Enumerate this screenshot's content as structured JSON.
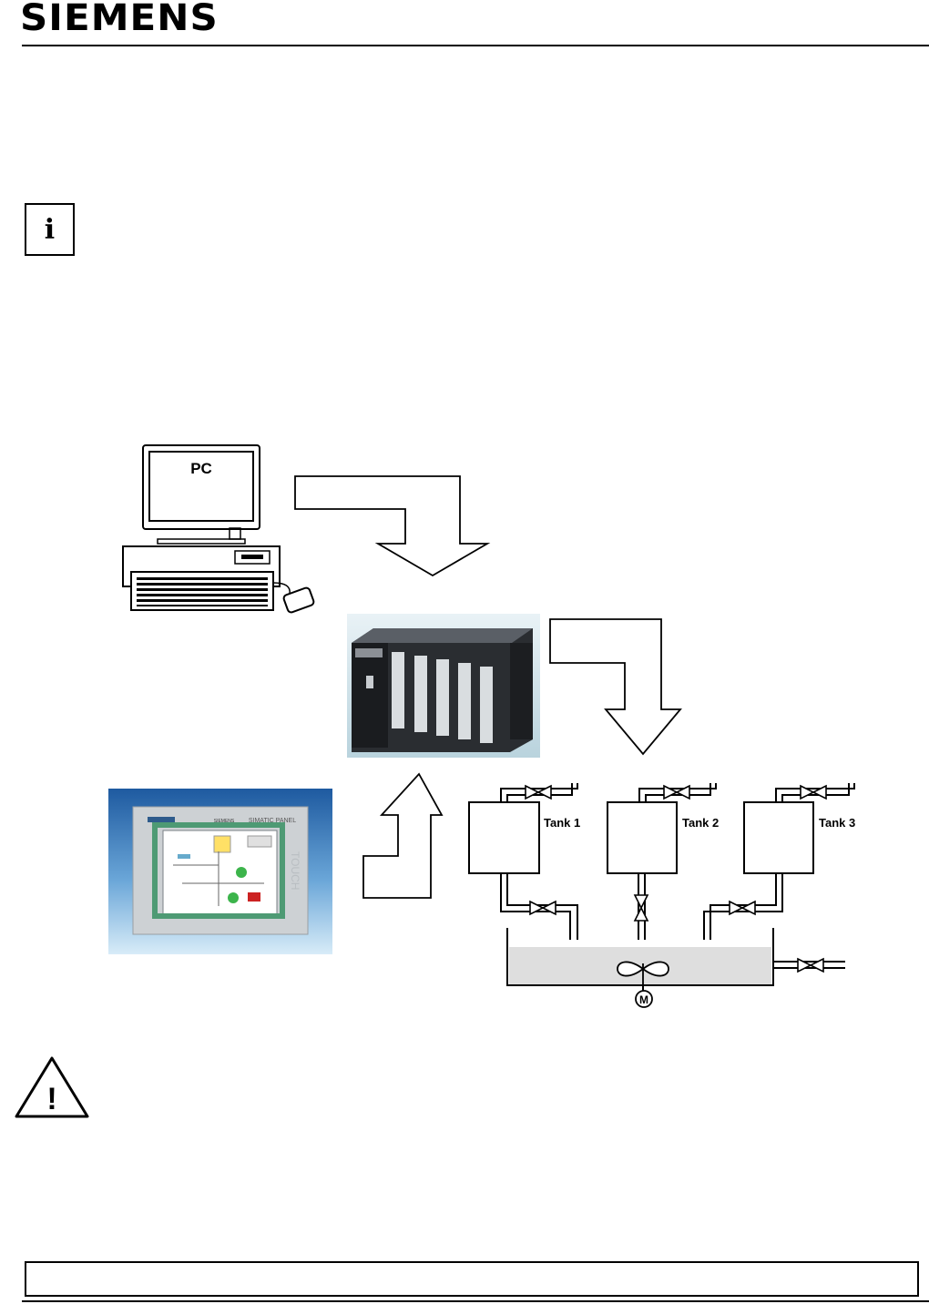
{
  "header": {
    "brand": "SIEMENS"
  },
  "info_icon": {
    "glyph": "i"
  },
  "diagram": {
    "pc_label": "PC",
    "tanks": [
      {
        "label": "Tank 1"
      },
      {
        "label": "Tank 2"
      },
      {
        "label": "Tank 3"
      }
    ],
    "motor_label": "M",
    "hmi_panel": {
      "brand": "SIEMENS",
      "model": "SIMATIC PANEL",
      "side_text": "TOUCH"
    }
  },
  "warning_icon": {
    "glyph": "!"
  },
  "footer": {
    "text": ""
  }
}
